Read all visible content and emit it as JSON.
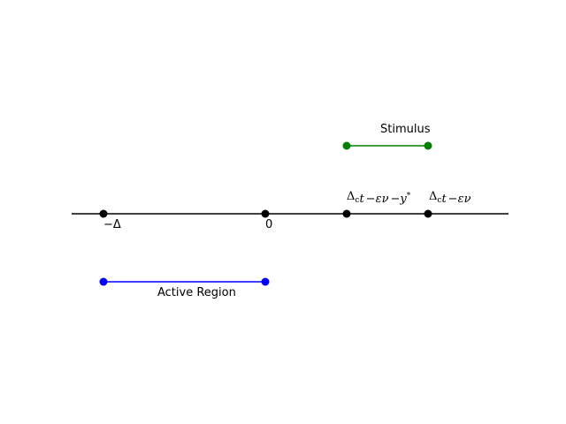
{
  "colors": {
    "axis": "#000000",
    "stimulus": "#008000",
    "active_region": "#0000ff",
    "background": "#ffffff"
  },
  "axis_points": [
    {
      "name": "neg-delta",
      "label": "−Δ"
    },
    {
      "name": "zero",
      "label": "0"
    },
    {
      "name": "stim-start",
      "label": "Δct − εν − y*"
    },
    {
      "name": "stim-end",
      "label": "Δct − εν"
    }
  ],
  "segments": {
    "stimulus": {
      "label": "Stimulus"
    },
    "active_region": {
      "label": "Active Region"
    }
  }
}
